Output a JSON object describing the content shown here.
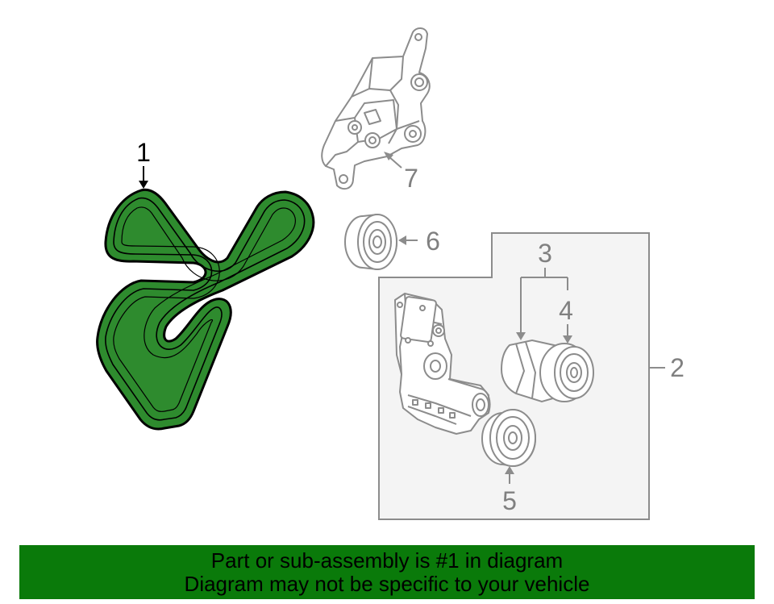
{
  "callouts": {
    "belt": "1",
    "tensioner_assembly": "2",
    "tensioner": "3",
    "tensioner_pulley": "4",
    "idler_pulley_lower": "5",
    "idler_pulley_upper": "6",
    "bracket": "7"
  },
  "banner": {
    "line1": "Part or sub-assembly is #1 in diagram",
    "line2": "Diagram may not be specific to your vehicle"
  },
  "colors": {
    "highlight": "#0a7a0a",
    "highlight_fill": "#2e8b2e",
    "line_gray": "#8c8c8c",
    "panel_bg": "#f4f4f4"
  }
}
